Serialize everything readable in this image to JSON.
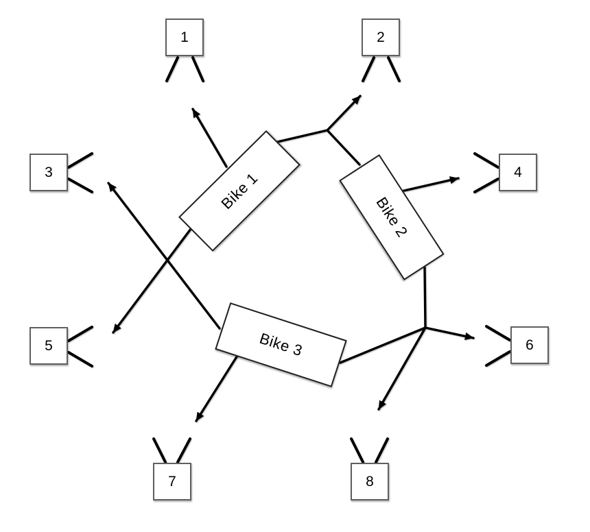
{
  "diagram": {
    "type": "bike-camera-coverage-diagram",
    "bikes": [
      {
        "id": "bike-1",
        "label": "Bike 1"
      },
      {
        "id": "bike-2",
        "label": "Bike 2"
      },
      {
        "id": "bike-3",
        "label": "Bike 3"
      }
    ],
    "cameras": [
      {
        "id": "cam-1",
        "label": "1"
      },
      {
        "id": "cam-2",
        "label": "2"
      },
      {
        "id": "cam-3",
        "label": "3"
      },
      {
        "id": "cam-4",
        "label": "4"
      },
      {
        "id": "cam-5",
        "label": "5"
      },
      {
        "id": "cam-6",
        "label": "6"
      },
      {
        "id": "cam-7",
        "label": "7"
      },
      {
        "id": "cam-8",
        "label": "8"
      }
    ],
    "connections": [
      {
        "from": "Bike 1",
        "to": "1"
      },
      {
        "from": "Bike 1",
        "to": "2"
      },
      {
        "from": "Bike 2",
        "to": "2"
      },
      {
        "from": "Bike 1",
        "to": "5"
      },
      {
        "from": "Bike 2",
        "to": "4"
      },
      {
        "from": "Bike 2",
        "to": "6"
      },
      {
        "from": "Bike 3",
        "to": "6"
      },
      {
        "from": "Bike 2",
        "to": "8"
      },
      {
        "from": "Bike 3",
        "to": "3"
      },
      {
        "from": "Bike 3",
        "to": "7"
      }
    ],
    "colors": {
      "background": "#ffffff",
      "line": "#000000",
      "camera_border": "#5f5f5f",
      "bike_border": "#1f1f1f",
      "text": "#000000"
    }
  }
}
